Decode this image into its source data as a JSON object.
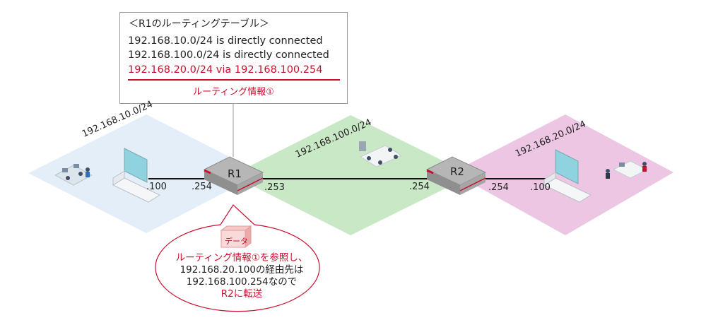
{
  "routing_table": {
    "title": "＜R1のルーティングテーブル＞",
    "routes": [
      "192.168.10.0/24 is directly connected",
      "192.168.100.0/24 is directly connected",
      "192.168.20.0/24 via 192.168.100.254"
    ],
    "note": "ルーティング情報①"
  },
  "networks": {
    "left": "192.168.10.0/24",
    "middle": "192.168.100.0/24",
    "right": "192.168.20.0/24"
  },
  "routers": {
    "r1": "R1",
    "r2": "R2"
  },
  "interfaces": {
    "left_host": ".100",
    "r1_left": ".254",
    "r1_right": ".253",
    "r2_left": ".254",
    "r2_right": ".254",
    "right_host": ".100"
  },
  "data_packet": {
    "label": "データ"
  },
  "bubble": {
    "line1": "ルーティング情報①を参照し、",
    "line2": "192.168.20.100の経由先は",
    "line3": "192.168.100.254なので",
    "line4": "R2に転送"
  },
  "colors": {
    "accent_red": "#c8102e",
    "left_zone": "#e3eef8",
    "middle_zone": "#c9e8c6",
    "right_zone": "#edc6e3",
    "router_gray": "#9a9a9a"
  }
}
